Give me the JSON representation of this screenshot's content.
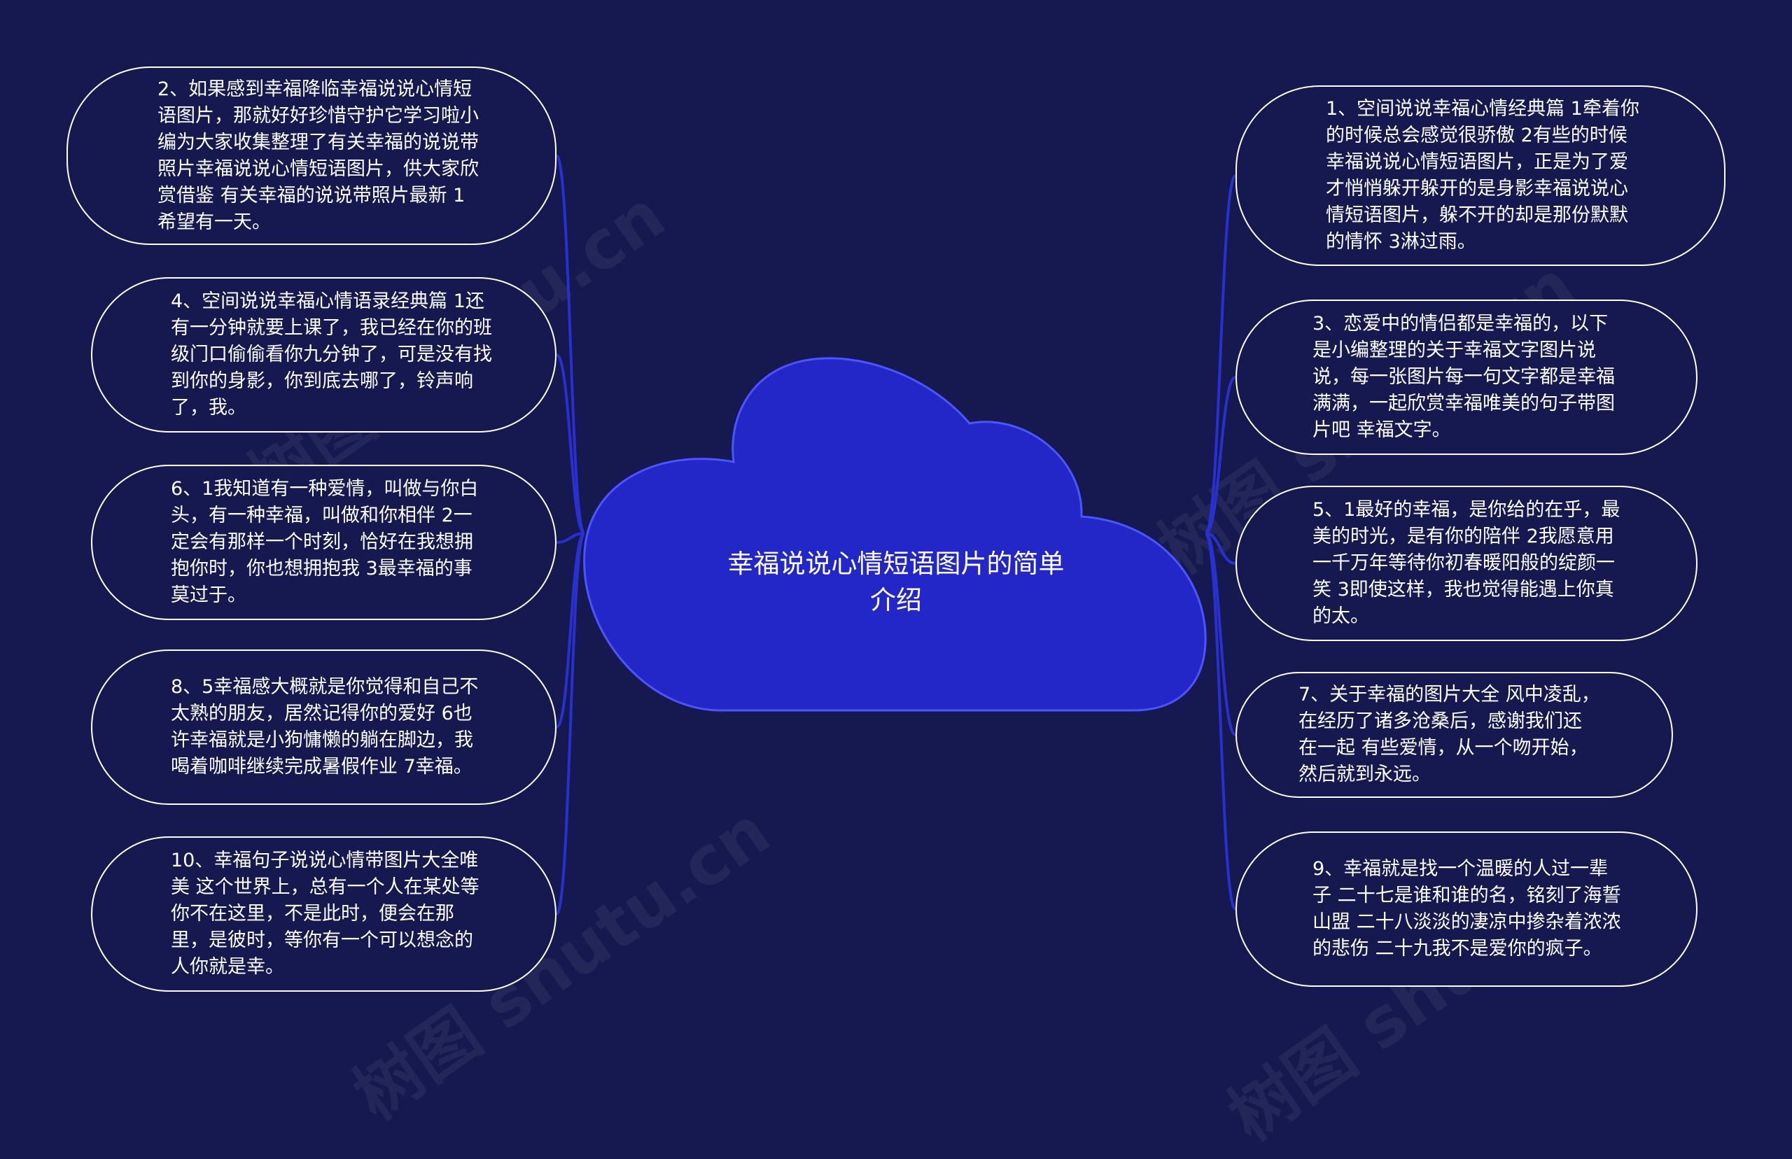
{
  "center": {
    "title": "幸福说说心情短语图片的简单介绍"
  },
  "left_nodes": [
    {
      "text": "2、如果感到幸福降临幸福说说心情短语图片，那就好好珍惜守护它学习啦小编为大家收集整理了有关幸福的说说带照片幸福说说心情短语图片，供大家欣赏借鉴 有关幸福的说说带照片最新 1 希望有一天。"
    },
    {
      "text": "4、空间说说幸福心情语录经典篇 1还有一分钟就要上课了，我已经在你的班级门口偷偷看你九分钟了，可是没有找到你的身影，你到底去哪了，铃声响了，我。"
    },
    {
      "text": "6、1我知道有一种爱情，叫做与你白头，有一种幸福，叫做和你相伴 2一定会有那样一个时刻，恰好在我想拥抱你时，你也想拥抱我 3最幸福的事莫过于。"
    },
    {
      "text": "8、5幸福感大概就是你觉得和自己不太熟的朋友，居然记得你的爱好 6也许幸福就是小狗慵懒的躺在脚边，我喝着咖啡继续完成暑假作业 7幸福。"
    },
    {
      "text": "10、幸福句子说说心情带图片大全唯美 这个世界上，总有一个人在某处等你不在这里，不是此时，便会在那里，是彼时，等你有一个可以想念的人你就是幸。"
    }
  ],
  "right_nodes": [
    {
      "text": "1、空间说说幸福心情经典篇 1牵着你的时候总会感觉很骄傲 2有些的时候幸福说说心情短语图片，正是为了爱才悄悄躲开躲开的是身影幸福说说心情短语图片，躲不开的却是那份默默的情怀 3淋过雨。"
    },
    {
      "text": "3、恋爱中的情侣都是幸福的，以下是小编整理的关于幸福文字图片说说，每一张图片每一句文字都是幸福满满，一起欣赏幸福唯美的句子带图片吧 幸福文字。"
    },
    {
      "text": "5、1最好的幸福，是你给的在乎，最美的时光，是有你的陪伴 2我愿意用一千万年等待你初春暖阳般的绽颜一笑 3即使这样，我也觉得能遇上你真的太。"
    },
    {
      "text": "7、关于幸福的图片大全 风中凌乱，在经历了诸多沧桑后，感谢我们还在一起 有些爱情，从一个吻开始，然后就到永远。"
    },
    {
      "text": "9、幸福就是找一个温暖的人过一辈子 二十七是谁和谁的名，铭刻了海誓山盟 二十八淡淡的凄凉中掺杂着浓浓的悲伤 二十九我不是爱你的疯子。"
    }
  ],
  "colors": {
    "background": "#16194f",
    "cloud_fill": "#2427c8",
    "cloud_stroke": "#4a55ff",
    "connector": "#2a2fd0",
    "node_border": "#ffffff",
    "text": "#ffffff"
  }
}
